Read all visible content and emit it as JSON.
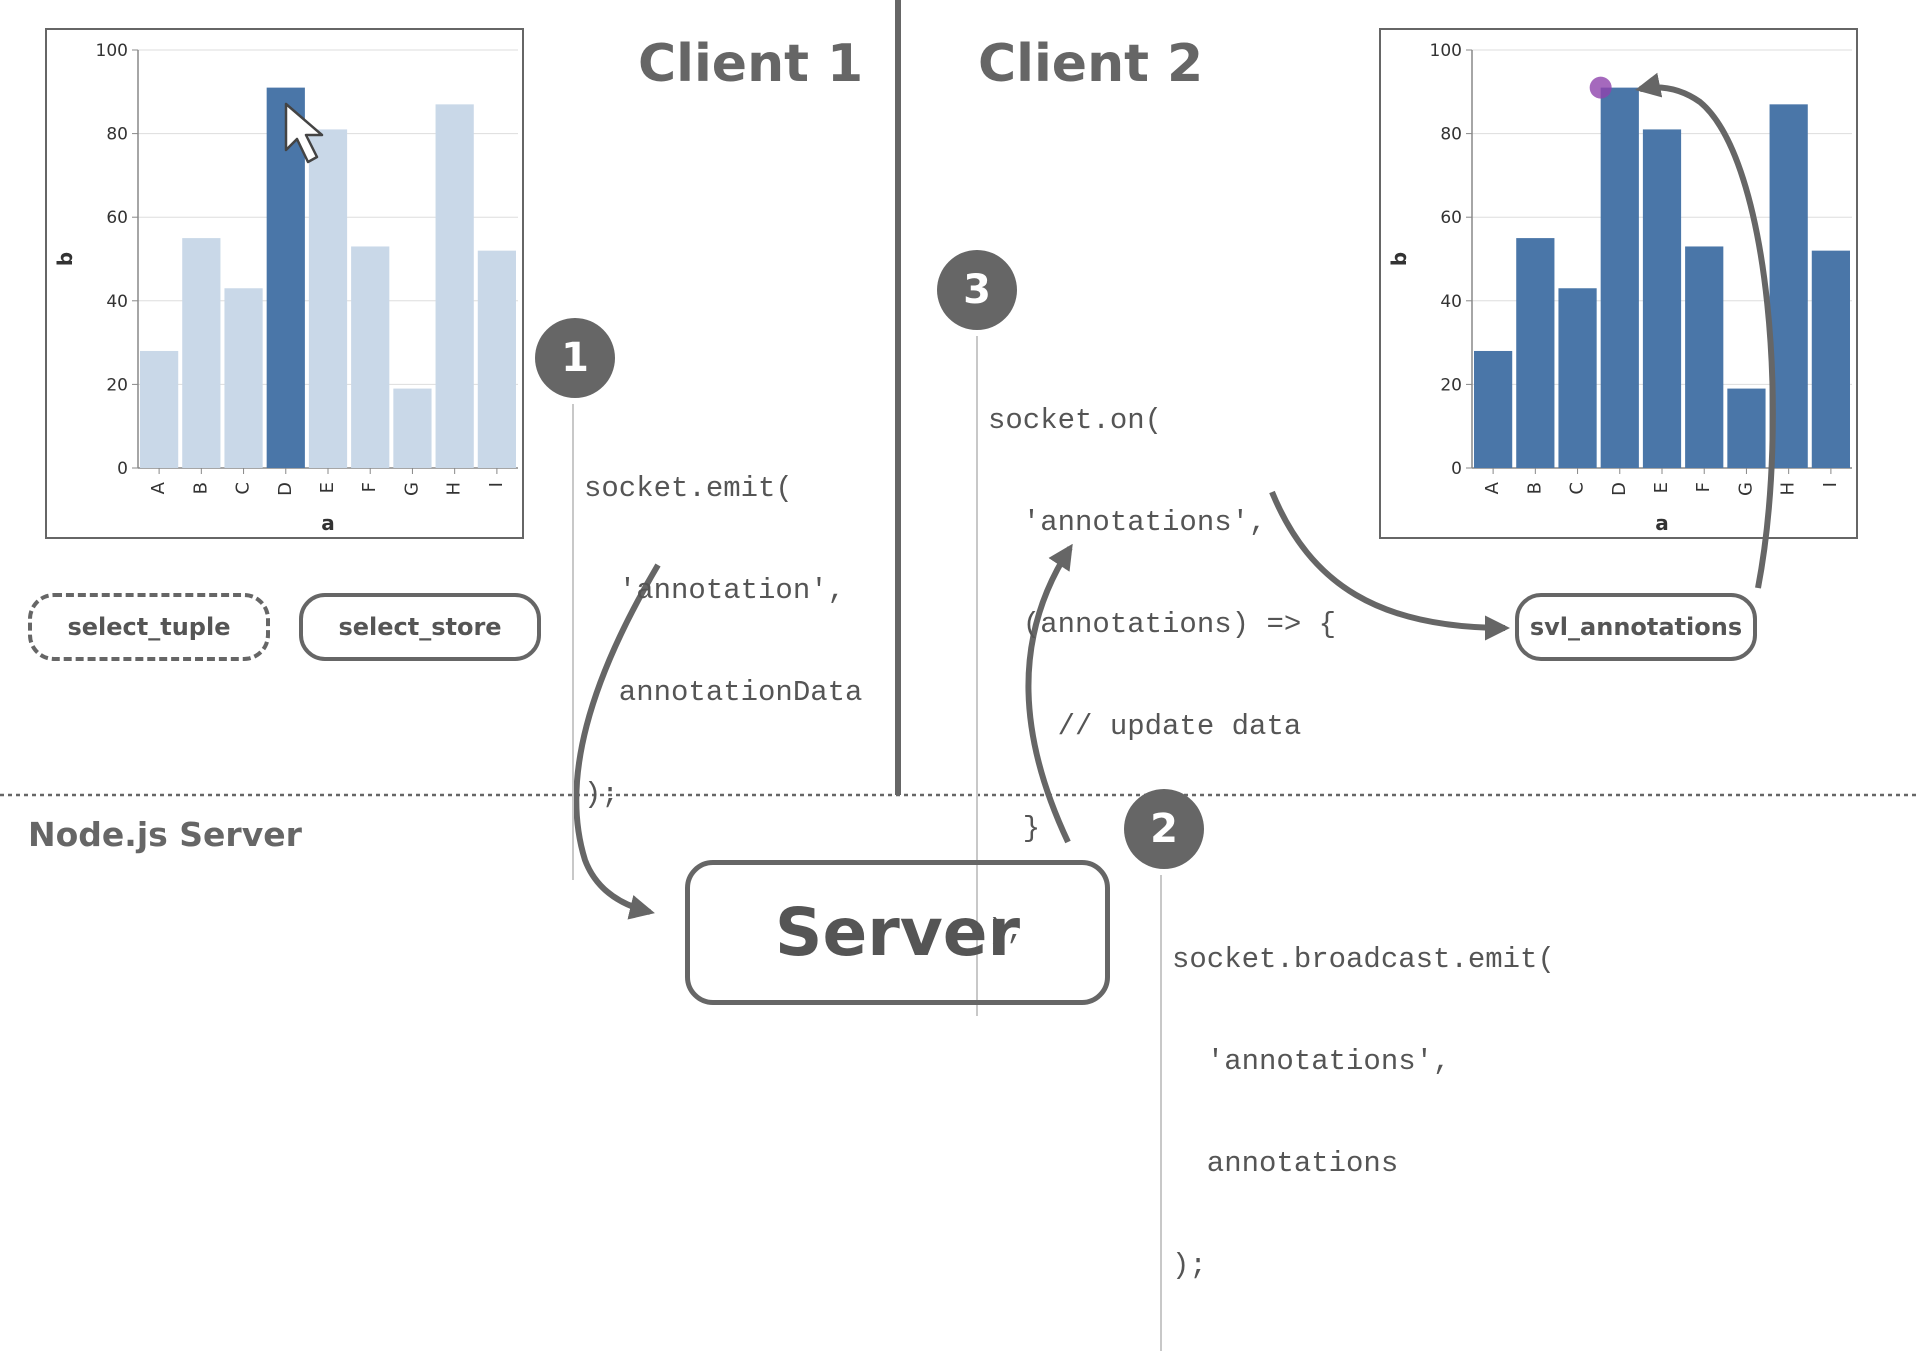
{
  "clients": {
    "client1_title": "Client 1",
    "client2_title": "Client 2"
  },
  "server": {
    "section_label": "Node.js Server",
    "box_label": "Server"
  },
  "steps": {
    "step1": "1",
    "step2": "2",
    "step3": "3"
  },
  "code": {
    "emit": [
      "socket.emit(",
      "  'annotation',",
      "  annotationData",
      ");"
    ],
    "broadcast": [
      "socket.broadcast.emit(",
      "  'annotations',",
      "  annotations",
      ");"
    ],
    "on": [
      "socket.on(",
      "  'annotations',",
      "  (annotations) => {",
      "    // update data",
      "  }",
      ");"
    ]
  },
  "signals": {
    "select_tuple": "select_tuple",
    "select_store": "select_store",
    "svl_annotations": "svl_annotations"
  },
  "colors": {
    "bar_dark": "#4a76a8",
    "bar_light": "#c9d8e8",
    "annotation_point": "#8e44ad",
    "arrow": "#666666"
  },
  "chart_data": [
    {
      "type": "bar",
      "categories": [
        "A",
        "B",
        "C",
        "D",
        "E",
        "F",
        "G",
        "H",
        "I"
      ],
      "values": [
        28,
        55,
        43,
        91,
        81,
        53,
        19,
        87,
        52
      ],
      "xlabel": "a",
      "ylabel": "b",
      "ylim": [
        0,
        100
      ],
      "yticks": [
        0,
        20,
        40,
        60,
        80,
        100
      ],
      "grid": true,
      "selected_category": "D"
    },
    {
      "type": "bar",
      "categories": [
        "A",
        "B",
        "C",
        "D",
        "E",
        "F",
        "G",
        "H",
        "I"
      ],
      "values": [
        28,
        55,
        43,
        91,
        81,
        53,
        19,
        87,
        52
      ],
      "xlabel": "a",
      "ylabel": "b",
      "ylim": [
        0,
        100
      ],
      "yticks": [
        0,
        20,
        40,
        60,
        80,
        100
      ],
      "grid": true,
      "annotated_category": "D",
      "annotated_value": 91
    }
  ]
}
